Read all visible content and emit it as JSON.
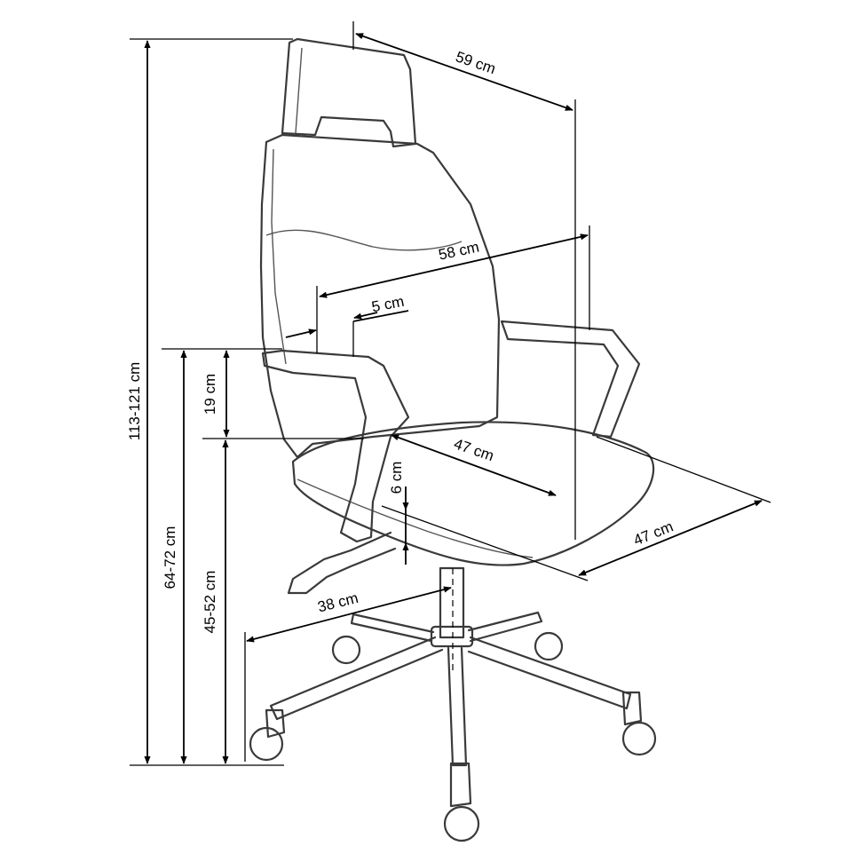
{
  "labels": {
    "height_total": "113-121 cm",
    "width_top": "59 cm",
    "backrest_width": "58 cm",
    "backrest_thickness": "5 cm",
    "armrest_height_above_seat": "19 cm",
    "armrest_floor_height": "64-72 cm",
    "seat_floor_height": "45-52 cm",
    "seat_depth": "47 cm",
    "seat_thickness": "6 cm",
    "seat_width": "47 cm",
    "base_radius": "38 cm"
  },
  "colors": {
    "lines": "#000000",
    "chair_outline": "#3a3a3a",
    "background": "#ffffff"
  }
}
